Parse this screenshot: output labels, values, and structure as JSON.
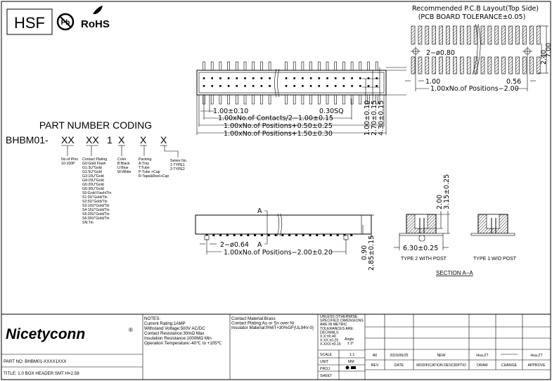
{
  "logos": {
    "hsf": "HSF",
    "pb": "Pb",
    "rohs": "RoHS"
  },
  "part_coding": {
    "title": "PART NUMBER CODING",
    "code": [
      "BHBM01-",
      "XX",
      "XX",
      "1",
      "X",
      "X",
      "X"
    ],
    "pins": [
      "No.of Pins",
      "10-100P"
    ],
    "plating": [
      "Contact Plating",
      "G0:Gold Flash",
      "G1:3U\"Gold",
      "G2.5U\"Gold",
      "G3:10U\"Gold",
      "G4:15U\"Gold",
      "G5:20U\"Gold",
      "G6:30U\"Gold",
      "S0:Gold Flash/Tin",
      "S1:3U\"Gold/Tin",
      "S2:5U\"Gold/Tin",
      "S3:10U\"Gold/Tin",
      "S4:15U\"Gold/Tin",
      "S5:20U\"Gold/Tin",
      "S6:30U\"Gold/Tin",
      "SN:Tin"
    ],
    "color": [
      "Color",
      "B:Black",
      "U:Blue",
      "W:White"
    ],
    "packing": [
      "Packing",
      "A:Tray",
      "T:Tube",
      "P:Tube +Cap",
      "R:Tape&Reel+Cap"
    ],
    "series": [
      "Series No.",
      "1:TYPE1",
      "2:TYPE2"
    ]
  },
  "top_view": {
    "dims": [
      "1.00±0.10",
      "0.30SQ",
      "1.00xNo.of  Contacts/2−1.00±0.15",
      "1.00xNo.of  Positions+0.50±0.25",
      "1.00xNo.of  Positions+1.50±0.30",
      "1.00±0.10",
      "2.70±0.15",
      "4.30±0.15"
    ]
  },
  "pcb_layout": {
    "title": "Recommended  P.C.B  Layout(Top  Side)",
    "subtitle": "(PCB  BOARD  TOLERANCE±0.05)",
    "dims": [
      "2−ø0.80",
      "1.00",
      "0.56",
      "1.00xNo.of  Positions−2.00",
      "2.40",
      "7.00"
    ]
  },
  "side_view": {
    "section_marks": [
      "A",
      "A"
    ],
    "dims": [
      "2−ø0.64",
      "1.00xNo.of  Positions−2.00±0.20",
      "0.90",
      "2.85±0.15"
    ]
  },
  "section": {
    "dims": [
      "2.00",
      "3.15±0.25",
      "6.30±0.25"
    ],
    "type2": "TYPE 2 WITH POST",
    "type1": "TYPE 1 W/O POST",
    "title": "SECTION  A−A"
  },
  "title_block": {
    "brand": "Nicetyconn",
    "brand_mark": "®",
    "brand_color": "#1a8fd6",
    "part_no": "PART NO:  BHBM01-XXXX1XXX",
    "title": "TITLE: 1.0 BOX HEADER SMT H=2.58",
    "notes": [
      "NOTES:",
      "Current Rating:1AMP",
      "Withstand Voltage:500V AC/DC",
      "Contact Resistance:30mΩ Max",
      "Insulation Resistance:1000MΩ Min",
      "Operation Temperature:-40℃ to +105℃"
    ],
    "materials": [
      "Contact Material:Brass",
      "Contact Plating:Au or Sn over Ni",
      "Insulator Material:PA6T+30%GF(UL94V-0)"
    ],
    "tolerances": [
      "UNLESS OTHERWISE",
      "SPECIFIED DIMENSIONS",
      "ARE IN METRIC",
      "TOLERANCES  ARE:",
      "DECIMALS",
      "X.X:±0.40",
      "X.XX:±0.25",
      "X.XXX:±0.15"
    ],
    "angle": [
      "Angle",
      "± 3°"
    ],
    "scale_label": "SCALE",
    "scale": "1:1",
    "unit_label": "UNIT",
    "unit": "MM",
    "proj_label": "PROJ.",
    "sheet_label": "SHEET",
    "rev_row": [
      "A0",
      "2015/06/25",
      "NEW",
      "Hua.ZT",
      "",
      "Hua.ZT"
    ],
    "rev_headers": [
      "REV",
      "DATE",
      "MODIFICATION DESCRIPTIO",
      "DRAW",
      "CHANGE",
      "APPROVE"
    ]
  }
}
